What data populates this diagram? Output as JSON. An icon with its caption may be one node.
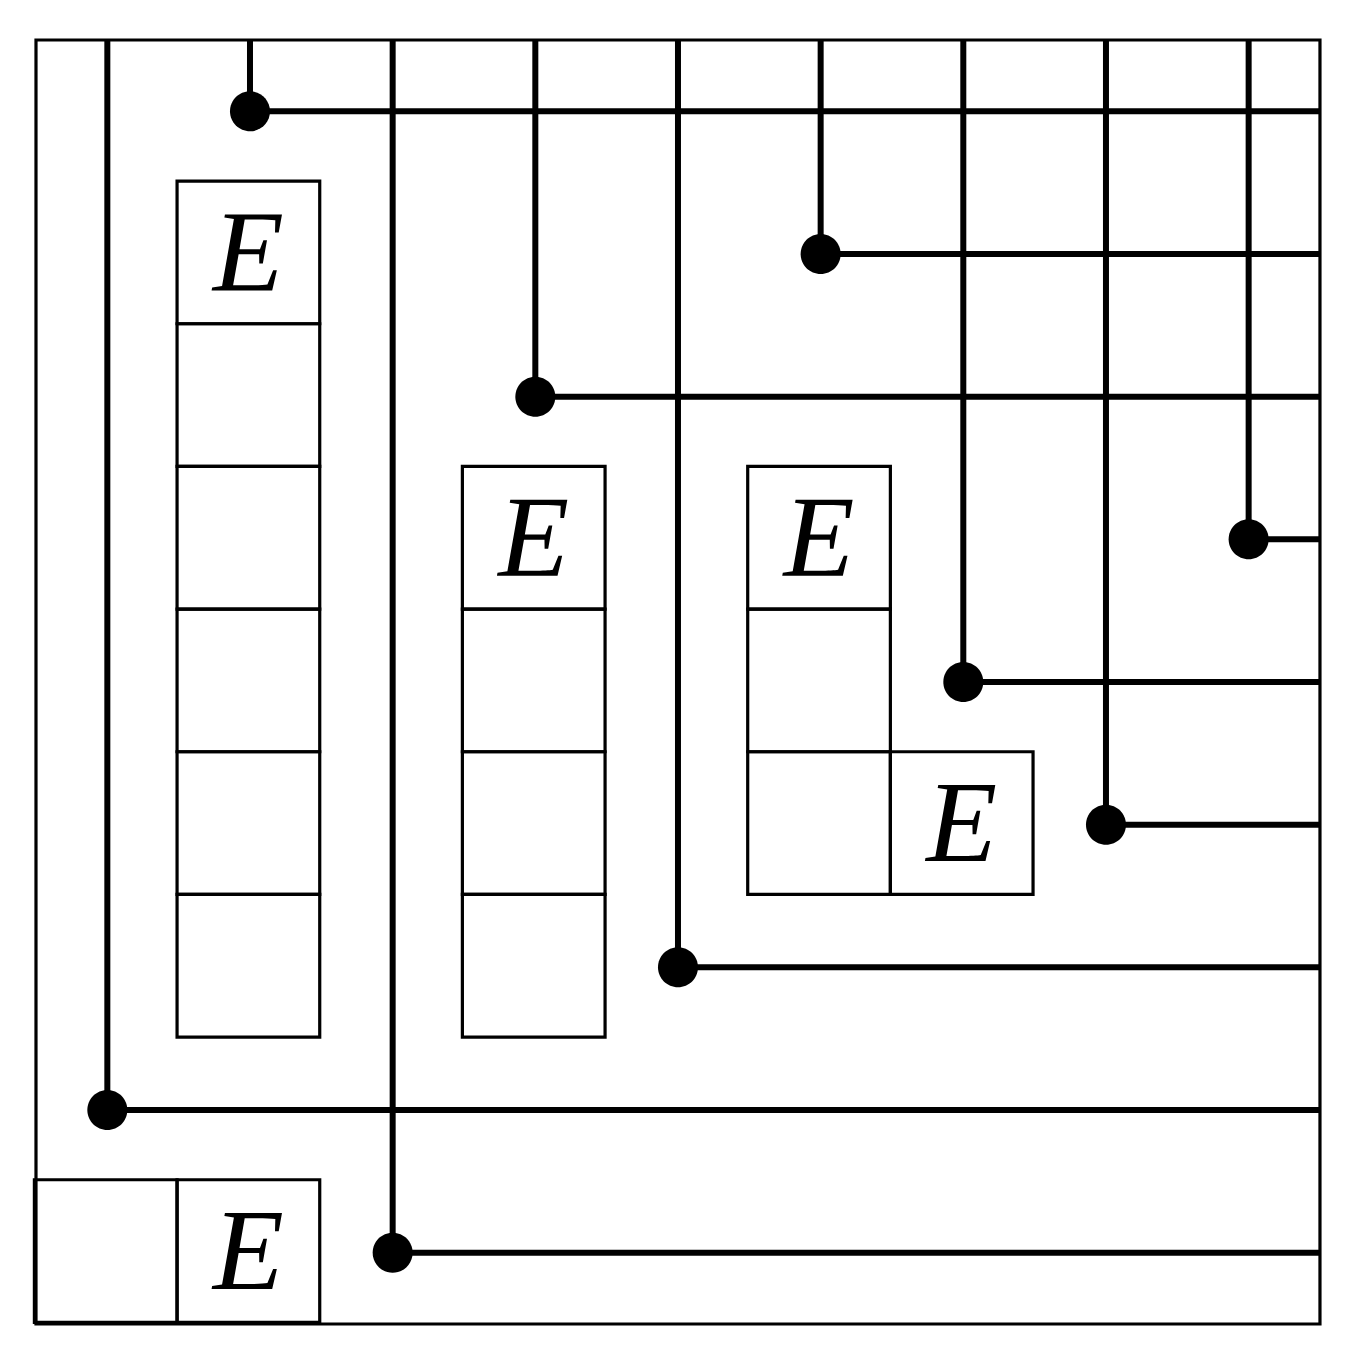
{
  "diagram": {
    "nodes": [
      {
        "text": [],
        "shape": "box"
      },
      {
        "text": [
          "E"
        ],
        "in": 0
      },
      {
        "text": [],
        "shape": "box",
        "in": 0
      },
      {
        "text": [],
        "shape": "box",
        "in": 0
      },
      {
        "text": [
          "E"
        ],
        "in": 0
      },
      {
        "text": [
          "E"
        ],
        "in": 0
      },
      {
        "text": [],
        "shape": "box",
        "in": 0
      },
      {
        "text": [],
        "shape": "box",
        "in": 0
      },
      {
        "text": [],
        "shape": "box",
        "in": 0
      },
      {
        "text": [],
        "shape": "box",
        "in": 0
      },
      {
        "text": [],
        "shape": "box",
        "in": 0
      },
      {
        "text": [],
        "shape": "box",
        "in": 0
      },
      {
        "text": [
          "E"
        ],
        "in": 0
      },
      {
        "text": [],
        "shape": "box",
        "in": 0
      },
      {
        "text": [],
        "shape": "box",
        "in": 0
      },
      {
        "text": [],
        "shape": "box",
        "in": 0
      },
      {
        "text": [
          "E"
        ],
        "in": 0
      }
    ]
  }
}
